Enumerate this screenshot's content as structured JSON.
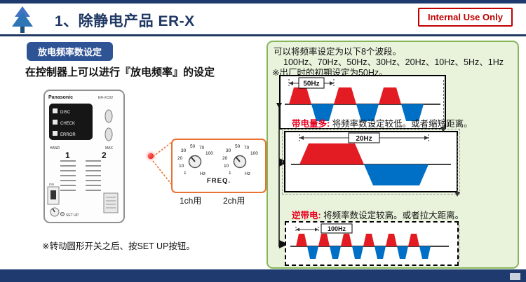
{
  "header": {
    "title": "1、除静电产品 ER-X",
    "badge": "Internal Use Only"
  },
  "left": {
    "section_label": "放电频率数设定",
    "intro": "在控制器上可以进行『放电频率』的设定",
    "note": "※转动圆形开关之后、按SET UP按钮。",
    "device": {
      "brand": "Panasonic",
      "model": "ER-XC02",
      "ind1": "DISC",
      "ind2": "CHECK",
      "ind3": "ERROR",
      "hand": "HAND",
      "max": "MAX",
      "ch1": "1",
      "ch2": "2",
      "on": "ON",
      "setup": "SET UP"
    },
    "zoom": {
      "freq": "FREQ.",
      "ch1_label": "1ch用",
      "ch2_label": "2ch用",
      "knob": {
        "n10": "10",
        "n20": "20",
        "n30": "30",
        "n50": "50",
        "n70": "70",
        "n100": "100",
        "n1": "1",
        "unit": "Hz"
      }
    }
  },
  "right": {
    "line1": "可以将频率设定为以下8个波段。",
    "line2": "100Hz、70Hz、50Hz、30Hz、20Hz、10Hz、5Hz、1Hz",
    "line3": "※出厂时的初期设定为50Hz。",
    "note1_label": "带电量多:",
    "note1_text": "将频率数设定较低。或者缩短距离。",
    "note2_label": "逆带电:",
    "note2_text": "将频率数设定较高。或者拉大距离。",
    "wave1_label": "50Hz",
    "wave2_label": "20Hz",
    "wave3_label": "100Hz"
  },
  "colors": {
    "navy": "#1e3a6e",
    "green_border": "#86b55a",
    "wave_red": "#e31b23",
    "wave_blue": "#0070c6",
    "highlight_orange": "#e97132",
    "alert_red": "#c00000"
  }
}
